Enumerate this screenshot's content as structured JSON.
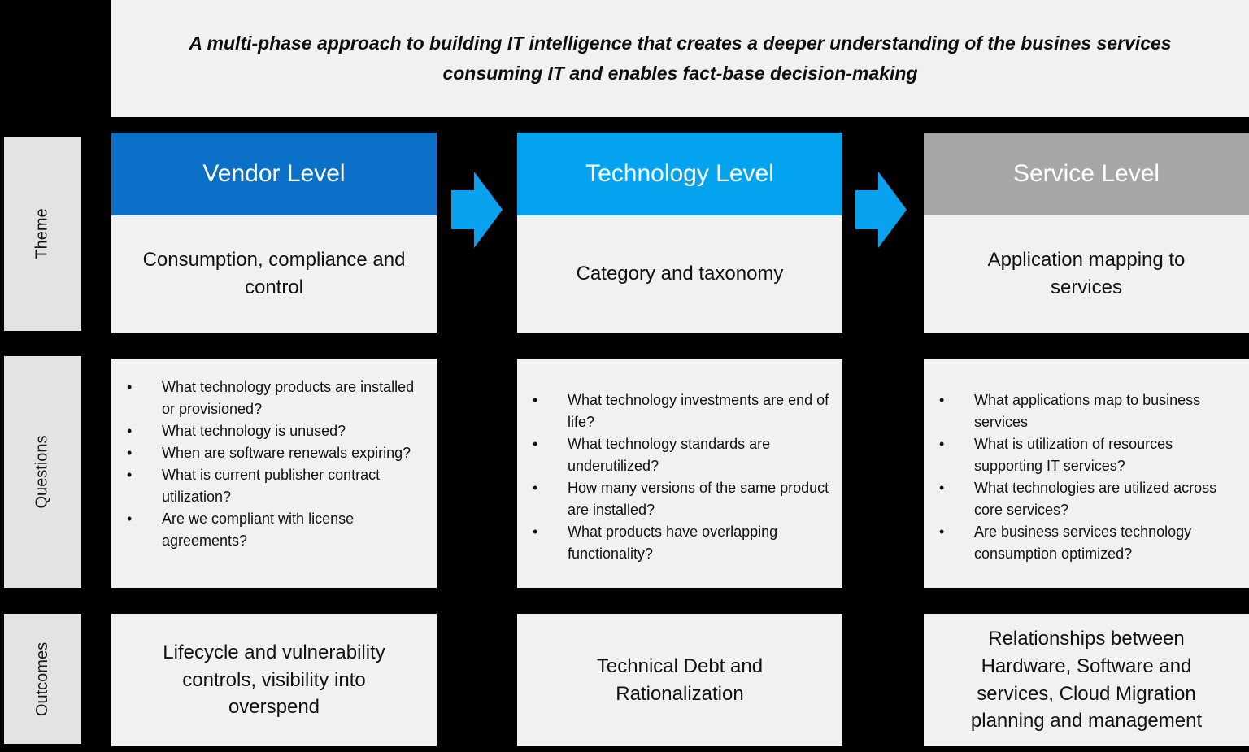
{
  "title": "A multi-phase approach to building IT intelligence that creates a deeper understanding of the busines services\nconsuming IT and enables fact-base decision-making",
  "row_labels": {
    "theme": "Theme",
    "questions": "Questions",
    "outcomes": "Outcomes"
  },
  "columns": [
    {
      "header": "Vendor Level",
      "theme": "Consumption, compliance and\ncontrol",
      "questions": [
        "What technology products are installed or provisioned?",
        "What technology is unused?",
        "When are software renewals expiring?",
        "What is current publisher contract utilization?",
        "Are we compliant with license agreements?"
      ],
      "outcome": "Lifecycle and vulnerability\ncontrols, visibility into\noverspend"
    },
    {
      "header": "Technology Level",
      "theme": "Category and taxonomy",
      "questions": [
        "What technology investments are end of life?",
        "What technology standards are underutilized?",
        "How many versions of the same product are installed?",
        "What products have overlapping functionality?"
      ],
      "outcome": "Technical Debt and\nRationalization"
    },
    {
      "header": "Service Level",
      "theme": "Application mapping to\nservices",
      "questions": [
        "What applications map to business services",
        "What is utilization of resources supporting IT services?",
        "What technologies are utilized across core services?",
        "Are business services technology consumption optimized?"
      ],
      "outcome": "Relationships between\nHardware, Software and\nservices, Cloud Migration\nplanning and management"
    }
  ],
  "colors": {
    "background": "#000000",
    "panel": "#F1F1F2",
    "row_label_bg": "#E3E3E3",
    "vendor_header": "#0B70C7",
    "technology_header": "#04A3F0",
    "service_header": "#A6A6A6",
    "arrow": "#09A2EF",
    "header_text": "#FFFFFF",
    "body_text": "#111111"
  }
}
